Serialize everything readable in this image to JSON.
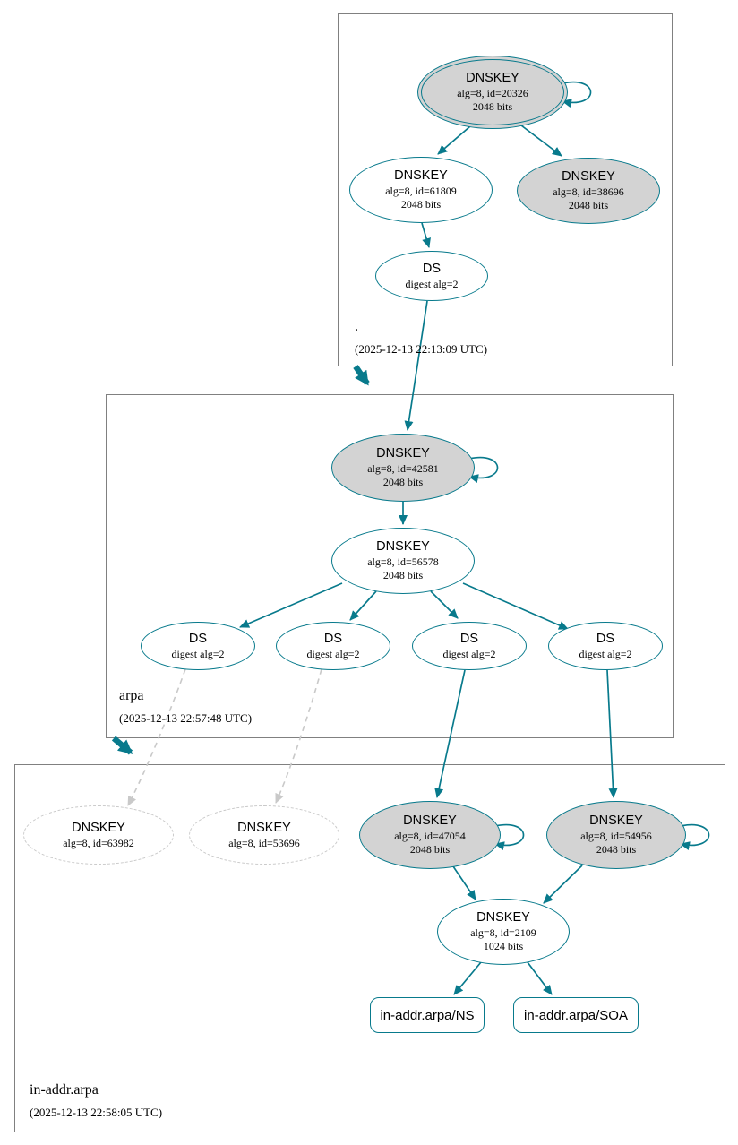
{
  "colors": {
    "teal": "#087a8c",
    "gray_fill": "#d3d3d3",
    "dashed_gray": "#c9c9c9",
    "box_border": "#808080"
  },
  "zones": {
    "root": {
      "name": ".",
      "timestamp": "(2025-12-13 22:13:09 UTC)",
      "ksk": {
        "title": "DNSKEY",
        "alg": "alg=8, id=20326",
        "bits": "2048 bits"
      },
      "zsk": {
        "title": "DNSKEY",
        "alg": "alg=8, id=61809",
        "bits": "2048 bits"
      },
      "key38696": {
        "title": "DNSKEY",
        "alg": "alg=8, id=38696",
        "bits": "2048 bits"
      },
      "ds": {
        "title": "DS",
        "detail": "digest alg=2"
      }
    },
    "arpa": {
      "name": "arpa",
      "timestamp": "(2025-12-13 22:57:48 UTC)",
      "ksk": {
        "title": "DNSKEY",
        "alg": "alg=8, id=42581",
        "bits": "2048 bits"
      },
      "zsk": {
        "title": "DNSKEY",
        "alg": "alg=8, id=56578",
        "bits": "2048 bits"
      },
      "ds1": {
        "title": "DS",
        "detail": "digest alg=2"
      },
      "ds2": {
        "title": "DS",
        "detail": "digest alg=2"
      },
      "ds3": {
        "title": "DS",
        "detail": "digest alg=2"
      },
      "ds4": {
        "title": "DS",
        "detail": "digest alg=2"
      }
    },
    "inaddr": {
      "name": "in-addr.arpa",
      "timestamp": "(2025-12-13 22:58:05 UTC)",
      "missing1": {
        "title": "DNSKEY",
        "alg": "alg=8, id=63982"
      },
      "missing2": {
        "title": "DNSKEY",
        "alg": "alg=8, id=53696"
      },
      "ksk1": {
        "title": "DNSKEY",
        "alg": "alg=8, id=47054",
        "bits": "2048 bits"
      },
      "ksk2": {
        "title": "DNSKEY",
        "alg": "alg=8, id=54956",
        "bits": "2048 bits"
      },
      "zsk": {
        "title": "DNSKEY",
        "alg": "alg=8, id=2109",
        "bits": "1024 bits"
      },
      "ns": {
        "label": "in-addr.arpa/NS"
      },
      "soa": {
        "label": "in-addr.arpa/SOA"
      }
    }
  }
}
